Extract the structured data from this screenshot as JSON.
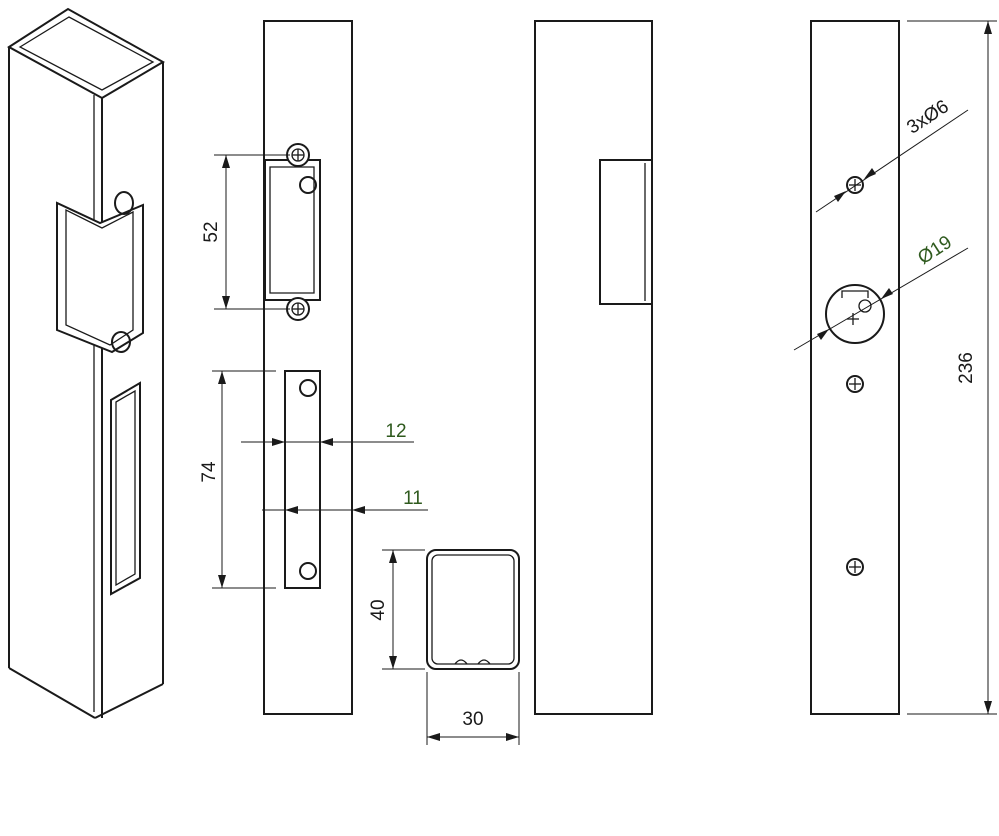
{
  "dimensions": {
    "plate_height": "52",
    "keeper_height": "74",
    "keeper_width": "12",
    "keeper_offset": "11",
    "profile_height": "40",
    "profile_width": "30",
    "holes_label": "3xØ6",
    "bore_label": "Ø19",
    "total_height": "236"
  },
  "colors": {
    "line": "#1a1a1a",
    "dimension_text_dark": "#1a1a1a",
    "dimension_text_green": "#2f5a1e"
  }
}
